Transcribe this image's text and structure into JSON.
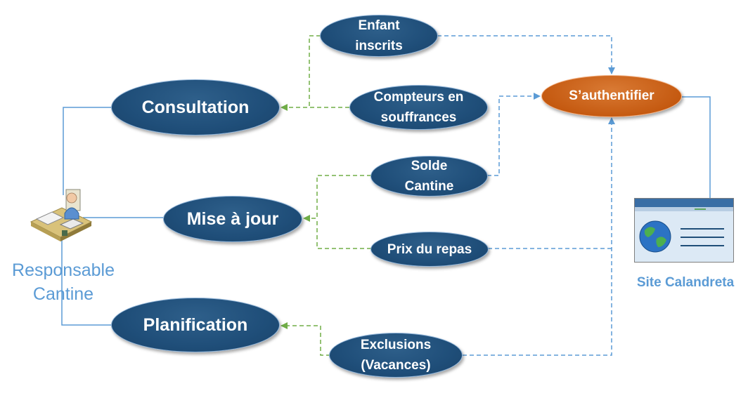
{
  "actors": {
    "responsable": {
      "label": "Responsable Cantine",
      "icon": "office-worker-icon"
    },
    "site": {
      "label": "Site Calandreta",
      "icon": "web-page-globe-icon"
    }
  },
  "use_cases": {
    "consultation": "Consultation",
    "mise_a_jour": "Mise à jour",
    "planification": "Planification",
    "authentifier": "S’authentifier"
  },
  "sub_cases": {
    "enfant_inscrits": [
      "Enfant",
      "inscrits"
    ],
    "compteurs": [
      "Compteurs en",
      "souffrances"
    ],
    "solde": [
      "Solde",
      "Cantine"
    ],
    "prix": [
      "Prix du repas"
    ],
    "exclusions": [
      "Exclusions",
      "(Vacances)"
    ]
  },
  "colors": {
    "node_fill": "#1f4e79",
    "node_border": "#8fb4d9",
    "auth_fill": "#c55a11",
    "association_line": "#5b9bd5",
    "include_line": "#70ad47",
    "label_blue": "#5b9bd5"
  }
}
